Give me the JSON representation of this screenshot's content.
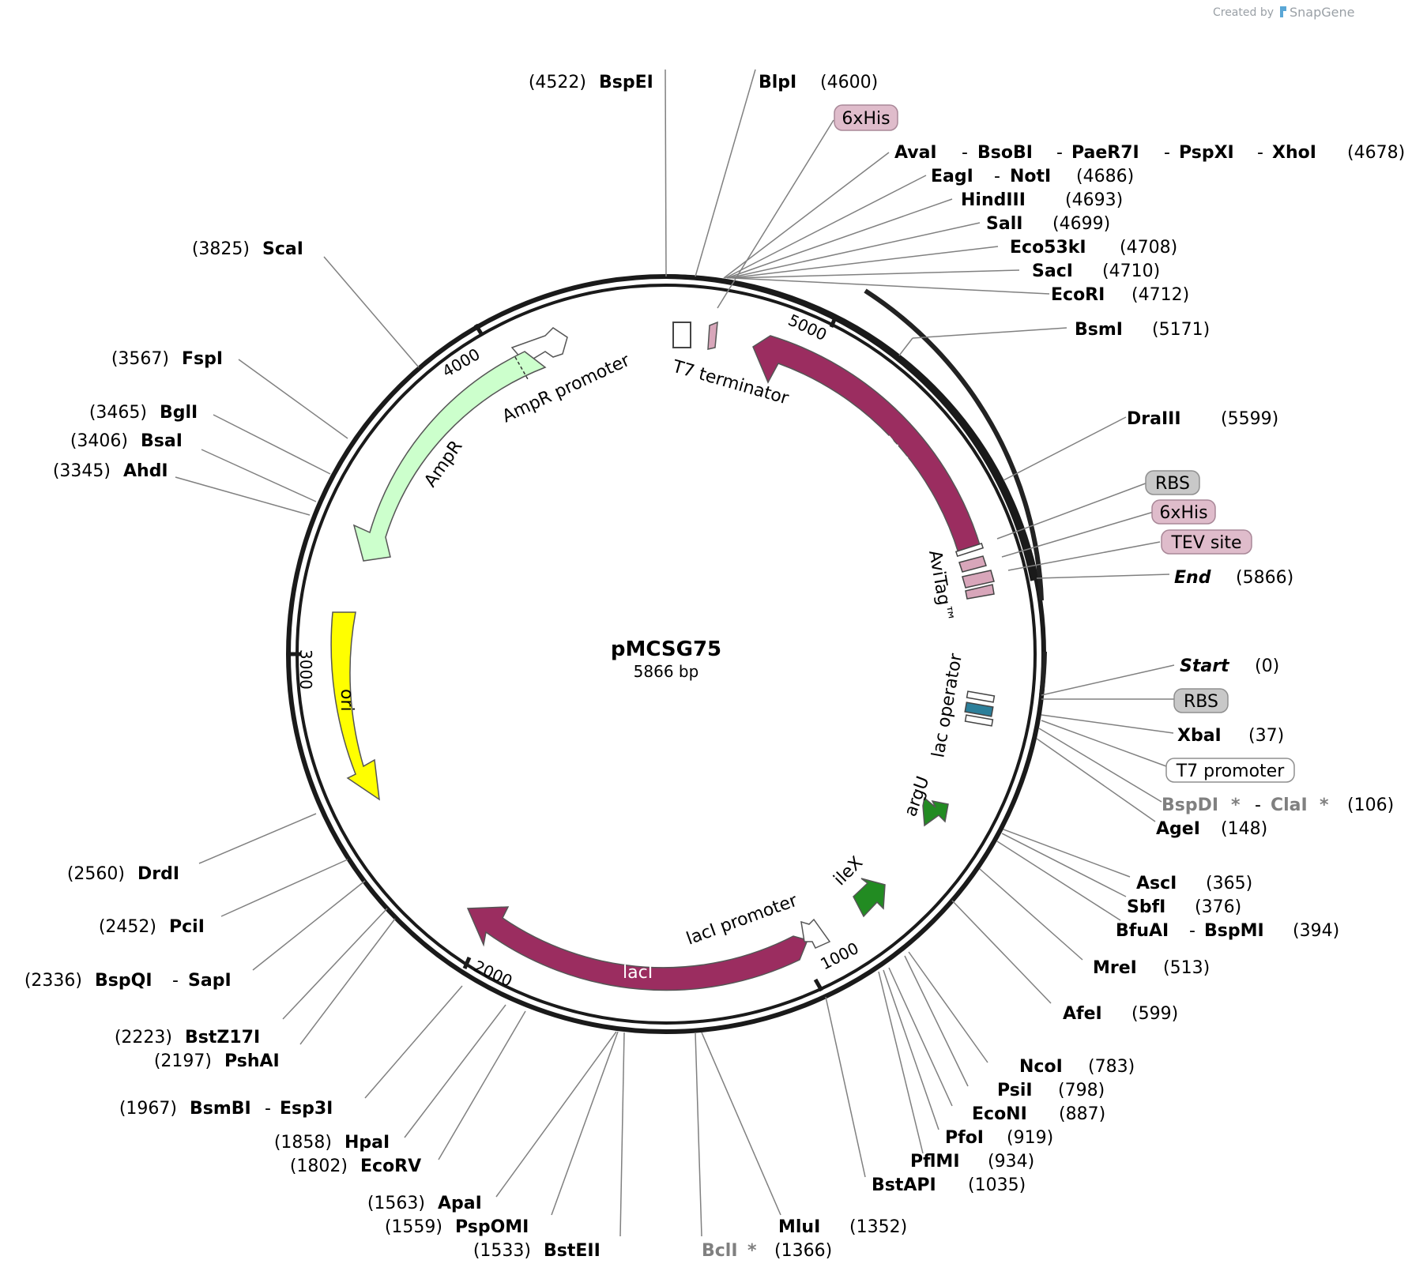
{
  "header": {
    "created_by": "Created by",
    "brand": "SnapGene"
  },
  "plasmid": {
    "name": "pMCSG75",
    "length": "5866 bp"
  },
  "ticks": [
    "1000",
    "2000",
    "3000",
    "4000",
    "5000"
  ],
  "sites": {
    "BspEI": {
      "pos": "(4522)",
      "name": "BspEI"
    },
    "BlpI": {
      "pos": "(4600)",
      "name": "BlpI"
    },
    "XhoI_group": {
      "n1": "AvaI",
      "n2": "BsoBI",
      "n3": "PaeR7I",
      "n4": "PspXI",
      "n5": "XhoI",
      "pos": "(4678)"
    },
    "NotI_group": {
      "n1": "EagI",
      "n2": "NotI",
      "pos": "(4686)"
    },
    "HindIII": {
      "name": "HindIII",
      "pos": "(4693)"
    },
    "SalI": {
      "name": "SalI",
      "pos": "(4699)"
    },
    "Eco53kI": {
      "name": "Eco53kI",
      "pos": "(4708)"
    },
    "SacI": {
      "name": "SacI",
      "pos": "(4710)"
    },
    "EcoRI": {
      "name": "EcoRI",
      "pos": "(4712)"
    },
    "BsmI": {
      "name": "BsmI",
      "pos": "(5171)"
    },
    "DraIII": {
      "name": "DraIII",
      "pos": "(5599)"
    },
    "End": {
      "name": "End",
      "pos": "(5866)"
    },
    "Start": {
      "name": "Start",
      "pos": "(0)"
    },
    "XbaI": {
      "name": "XbaI",
      "pos": "(37)"
    },
    "ClaI_group": {
      "n1": "BspDI",
      "n2": "ClaI",
      "star": "*",
      "pos": "(106)"
    },
    "AgeI": {
      "name": "AgeI",
      "pos": "(148)"
    },
    "AscI": {
      "name": "AscI",
      "pos": "(365)"
    },
    "SbfI": {
      "name": "SbfI",
      "pos": "(376)"
    },
    "BspMI_group": {
      "n1": "BfuAI",
      "n2": "BspMI",
      "pos": "(394)"
    },
    "MreI": {
      "name": "MreI",
      "pos": "(513)"
    },
    "AfeI": {
      "name": "AfeI",
      "pos": "(599)"
    },
    "NcoI": {
      "name": "NcoI",
      "pos": "(783)"
    },
    "PsiI": {
      "name": "PsiI",
      "pos": "(798)"
    },
    "EcoNI": {
      "name": "EcoNI",
      "pos": "(887)"
    },
    "PfoI": {
      "name": "PfoI",
      "pos": "(919)"
    },
    "PflMI": {
      "name": "PflMI",
      "pos": "(934)"
    },
    "BstAPI": {
      "name": "BstAPI",
      "pos": "(1035)"
    },
    "MluI": {
      "name": "MluI",
      "pos": "(1352)"
    },
    "BclI": {
      "name": "BclI",
      "star": "*",
      "pos": "(1366)"
    },
    "BstEII": {
      "name": "BstEII",
      "pos": "(1533)"
    },
    "PspOMI": {
      "name": "PspOMI",
      "pos": "(1559)"
    },
    "ApaI": {
      "name": "ApaI",
      "pos": "(1563)"
    },
    "EcoRV": {
      "name": "EcoRV",
      "pos": "(1802)"
    },
    "HpaI": {
      "name": "HpaI",
      "pos": "(1858)"
    },
    "Esp3I_group": {
      "n1": "BsmBI",
      "n2": "Esp3I",
      "pos": "(1967)"
    },
    "PshAI": {
      "name": "PshAI",
      "pos": "(2197)"
    },
    "BstZ17I": {
      "name": "BstZ17I",
      "pos": "(2223)"
    },
    "SapI_group": {
      "n1": "BspQI",
      "n2": "SapI",
      "pos": "(2336)"
    },
    "PciI": {
      "name": "PciI",
      "pos": "(2452)"
    },
    "DrdI": {
      "name": "DrdI",
      "pos": "(2560)"
    },
    "AhdI": {
      "name": "AhdI",
      "pos": "(3345)"
    },
    "BsaI": {
      "name": "BsaI",
      "pos": "(3406)"
    },
    "BglI": {
      "name": "BglI",
      "pos": "(3465)"
    },
    "FspI": {
      "name": "FspI",
      "pos": "(3567)"
    },
    "ScaI": {
      "name": "ScaI",
      "pos": "(3825)"
    }
  },
  "tags": {
    "his_top": "6xHis",
    "rbs_right": "RBS",
    "his_right": "6xHis",
    "tev": "TEV site",
    "rbs_lower": "RBS",
    "t7_promoter": "T7 promoter"
  },
  "features": {
    "bira": "BirA",
    "t7_terminator": "T7 terminator",
    "ampr": "AmpR",
    "ampr_promoter": "AmpR promoter",
    "ori": "ori",
    "laci": "lacI",
    "laci_promoter": "lacI promoter",
    "ilex": "ileX",
    "argu": "argU",
    "lac_operator": "lac operator",
    "avitag": "AviTag™"
  },
  "colors": {
    "bira": "#9b2d60",
    "laci": "#9b2d60",
    "ampr": "#ccffcc",
    "ori": "#ffff00",
    "argu": "#228b22",
    "ilex": "#228b22",
    "tag_pink": "#dfbccb",
    "tag_gray": "#c8c8c8",
    "operator": "#2c7f9a",
    "small_pink": "#d8a6ba"
  }
}
